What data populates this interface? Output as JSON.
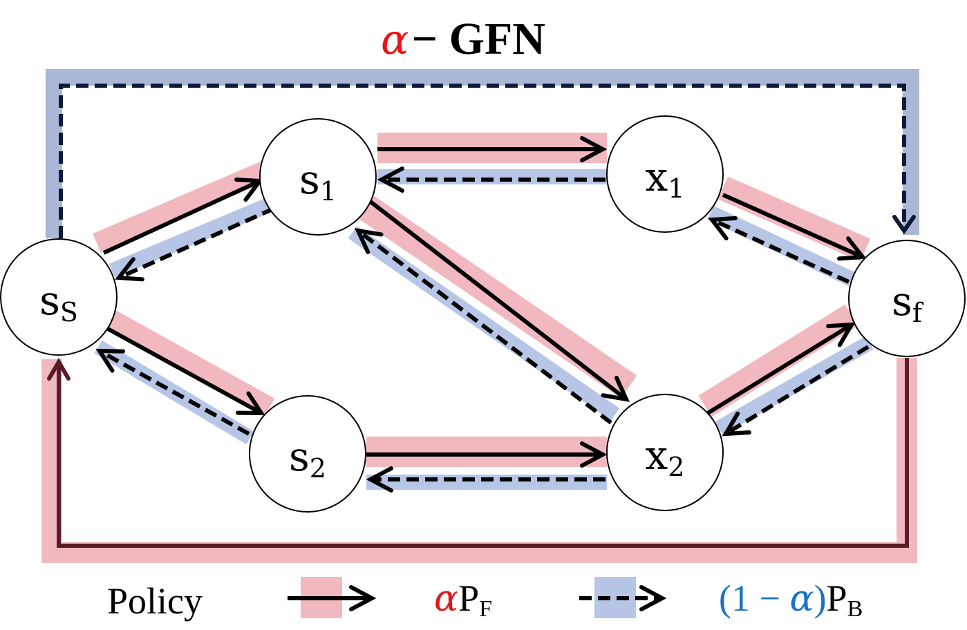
{
  "title": {
    "alpha": "α",
    "dash": " − ",
    "text": "GFN"
  },
  "nodes": [
    {
      "id": "ss",
      "base": "s",
      "sub": "S"
    },
    {
      "id": "s1",
      "base": "s",
      "sub": "1"
    },
    {
      "id": "s2",
      "base": "s",
      "sub": "2"
    },
    {
      "id": "x1",
      "base": "x",
      "sub": "1"
    },
    {
      "id": "x2",
      "base": "x",
      "sub": "2"
    },
    {
      "id": "sf",
      "base": "s",
      "sub": "f"
    }
  ],
  "legend": {
    "policy_label": "Policy",
    "forward": {
      "alpha": "α",
      "p": "P",
      "sub": "F"
    },
    "backward": {
      "open": "(1 − ",
      "alpha": "α",
      "close": ")",
      "p": "P",
      "sub": "B"
    }
  },
  "colors": {
    "forward_band": "#f2b8c0",
    "backward_band": "#b7c6e6",
    "dark_blue": "#0d1b3a",
    "dark_red": "#5a1c24",
    "alpha_red": "#e8141a",
    "alpha_blue": "#1a74c4",
    "outline_blue": "#aab7d6"
  }
}
